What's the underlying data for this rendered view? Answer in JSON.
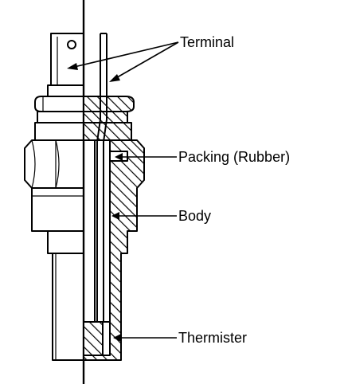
{
  "labels": {
    "terminal": "Terminal",
    "packing": "Packing (Rubber)",
    "body": "Body",
    "thermister": "Thermister"
  },
  "colors": {
    "line": "#000000",
    "background": "#ffffff"
  }
}
